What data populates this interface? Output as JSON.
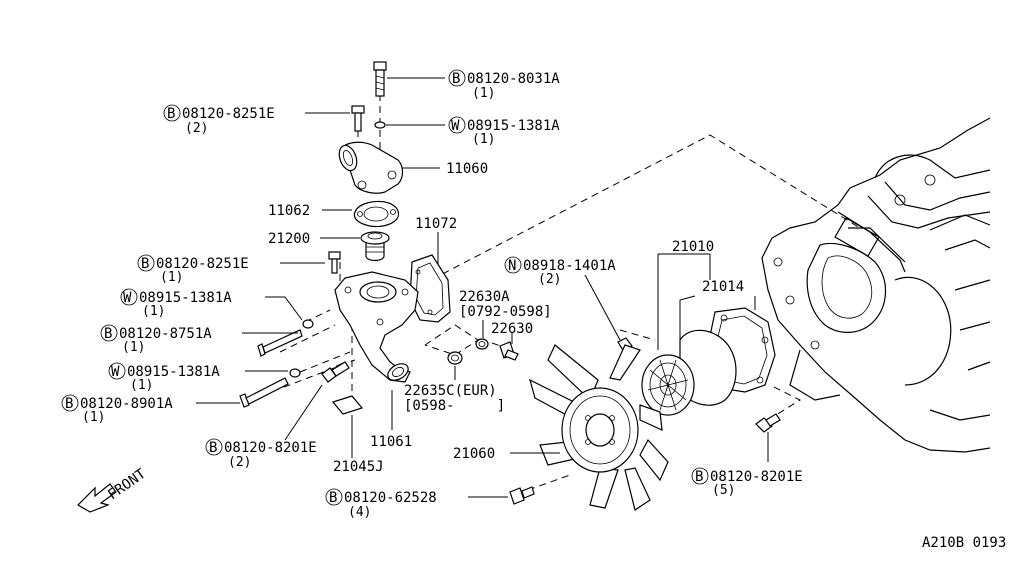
{
  "diagram": {
    "code": "A210B 0193",
    "front_label": "FRONT",
    "callouts": [
      {
        "id": "c1",
        "prefix": "B",
        "part": "08120-8031A",
        "qty": "(1)"
      },
      {
        "id": "c2",
        "prefix": "B",
        "part": "08120-8251E",
        "qty": "(2)"
      },
      {
        "id": "c3",
        "prefix": "W",
        "part": "08915-1381A",
        "qty": "(1)"
      },
      {
        "id": "c4",
        "prefix": "",
        "part": "11060",
        "qty": ""
      },
      {
        "id": "c5",
        "prefix": "",
        "part": "11062",
        "qty": ""
      },
      {
        "id": "c6",
        "prefix": "",
        "part": "11072",
        "qty": ""
      },
      {
        "id": "c7",
        "prefix": "",
        "part": "21200",
        "qty": ""
      },
      {
        "id": "c8",
        "prefix": "B",
        "part": "08120-8251E",
        "qty": "(1)"
      },
      {
        "id": "c9",
        "prefix": "W",
        "part": "08915-1381A",
        "qty": "(1)"
      },
      {
        "id": "c10",
        "prefix": "B",
        "part": "08120-8751A",
        "qty": "(1)"
      },
      {
        "id": "c11",
        "prefix": "W",
        "part": "08915-1381A",
        "qty": "(1)"
      },
      {
        "id": "c12",
        "prefix": "B",
        "part": "08120-8901A",
        "qty": "(1)"
      },
      {
        "id": "c13",
        "prefix": "B",
        "part": "08120-8201E",
        "qty": "(2)"
      },
      {
        "id": "c14",
        "prefix": "",
        "part": "21045J",
        "qty": ""
      },
      {
        "id": "c15",
        "prefix": "",
        "part": "11061",
        "qty": ""
      },
      {
        "id": "c16",
        "prefix": "",
        "part": "22630A",
        "qty": "[0792-0598]"
      },
      {
        "id": "c17",
        "prefix": "",
        "part": "22630",
        "qty": ""
      },
      {
        "id": "c18",
        "prefix": "",
        "part": "22635C(EUR)",
        "qty": "[0598-     ]"
      },
      {
        "id": "c19",
        "prefix": "N",
        "part": "08918-1401A",
        "qty": "(2)"
      },
      {
        "id": "c20",
        "prefix": "",
        "part": "21010",
        "qty": ""
      },
      {
        "id": "c21",
        "prefix": "",
        "part": "21014",
        "qty": ""
      },
      {
        "id": "c22",
        "prefix": "",
        "part": "21060",
        "qty": ""
      },
      {
        "id": "c23",
        "prefix": "B",
        "part": "08120-62528",
        "qty": "(4)"
      },
      {
        "id": "c24",
        "prefix": "B",
        "part": "08120-8201E",
        "qty": "(5)"
      }
    ]
  }
}
